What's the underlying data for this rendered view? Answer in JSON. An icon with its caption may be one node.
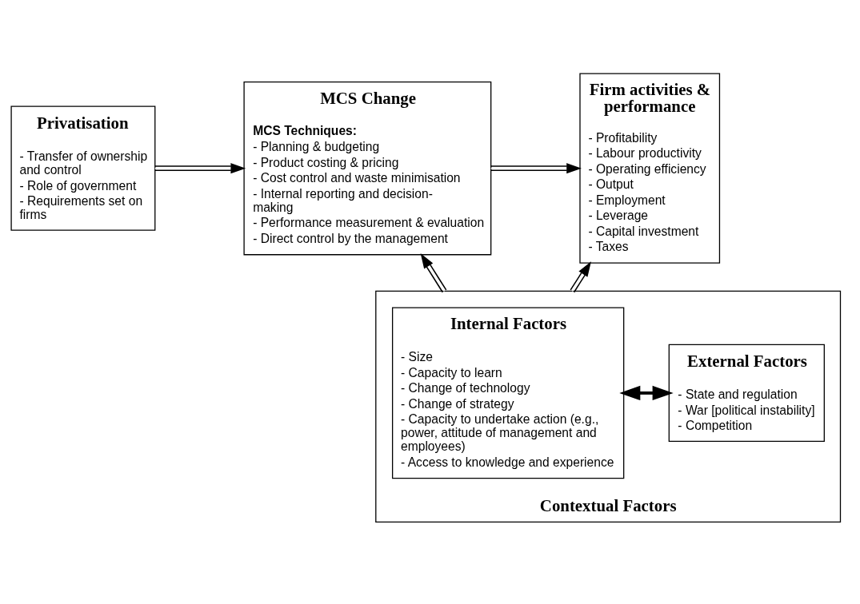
{
  "diagram": {
    "nodes": [
      {
        "text": [
          "Privatisation",
          "- Transfer of ownership and control",
          "- Role of government",
          "- Requirements set on firms"
        ]
      },
      {
        "text": [
          "MCS Change",
          "MCS Techniques:",
          "- Planning & budgeting",
          "- Product costing & pricing",
          "- Cost control and waste minimisation",
          "- Internal reporting and decision-making",
          "- Performance measurement & evaluation",
          "- Direct control by the management"
        ]
      },
      {
        "text": [
          "Firm activities & performance",
          "- Profitability",
          "- Labour productivity",
          "- Operating efficiency",
          "- Output",
          "- Employment",
          "- Leverage",
          "- Capital investment",
          "- Taxes"
        ]
      },
      {
        "text": [
          "Contextual Factors"
        ]
      },
      {
        "text": [
          "Internal Factors",
          "- Size",
          "- Capacity to learn",
          "- Change of technology",
          "- Change of strategy",
          "- Capacity to undertake action (e.g., power, attitude of management and employees)",
          "- Access to knowledge and experience"
        ],
        "in": 3
      },
      {
        "text": [
          "External Factors",
          "- State and regulation",
          "- War [political instability]",
          "- Competition"
        ],
        "in": 3
      }
    ],
    "edges": [
      {
        "from": 0,
        "to": 1,
        "arrow": "to"
      },
      {
        "from": 1,
        "to": 2,
        "arrow": "to"
      },
      {
        "from": 3,
        "to": 1,
        "arrow": "to"
      },
      {
        "from": 3,
        "to": 2,
        "arrow": "to"
      },
      {
        "from": 4,
        "to": 5,
        "arrow": "both",
        "style": "thick"
      }
    ]
  }
}
